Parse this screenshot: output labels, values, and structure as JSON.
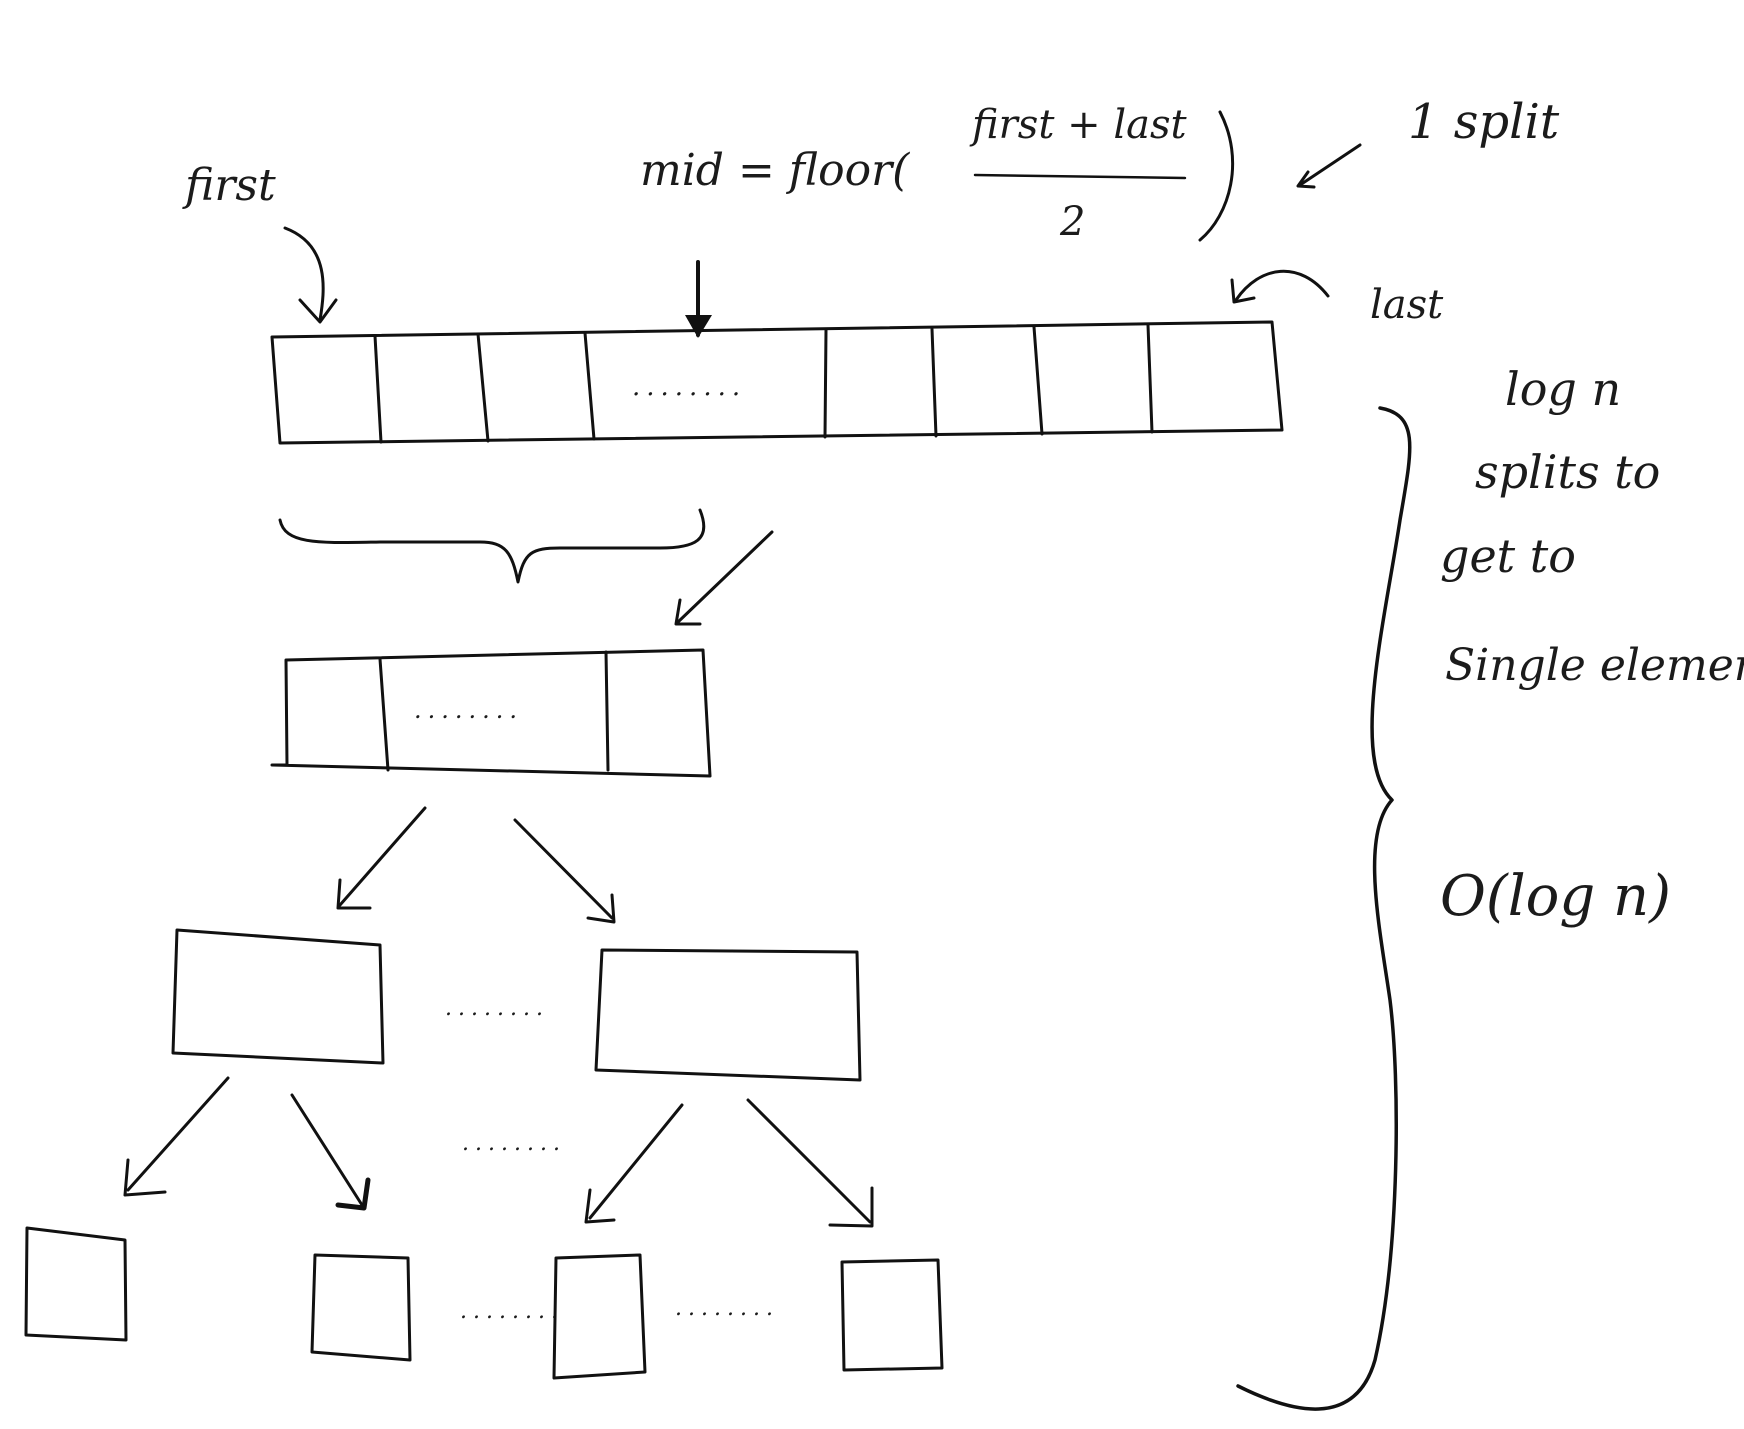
{
  "labels": {
    "first": "first",
    "mid_formula": "mid = floor(",
    "numerator": "first + last",
    "denominator": "2",
    "close_paren": ")",
    "one_split": "1 split",
    "last": "last",
    "note_line1": "log n",
    "note_line2": "splits to",
    "note_line3": "get to",
    "note_line4": "Single element",
    "big_o": "O(log n)",
    "ellipsis": "........"
  },
  "colors": {
    "ink": "#111111",
    "paper": "#ffffff"
  }
}
